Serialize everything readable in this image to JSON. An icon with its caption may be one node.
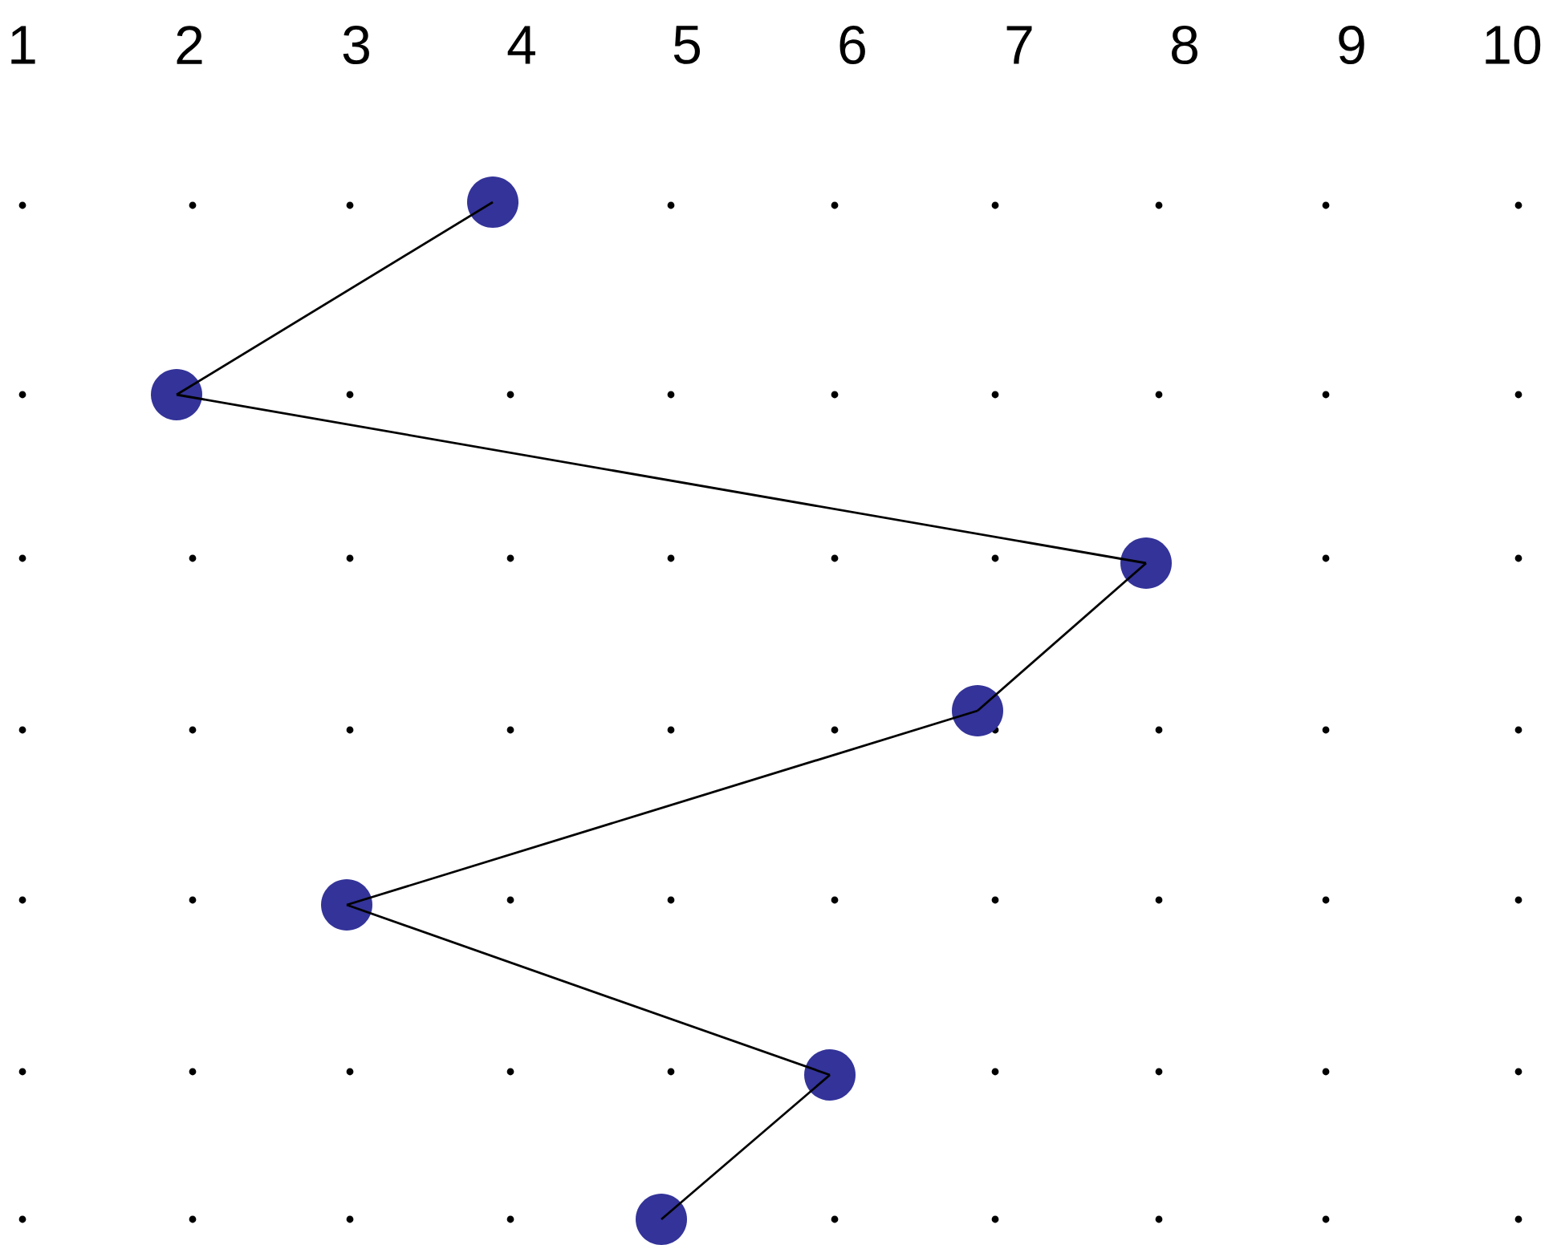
{
  "diagram": {
    "nodes": [
      {
        "text": [],
        "shape": "circle"
      },
      {
        "text": [],
        "shape": "circle"
      },
      {
        "text": [],
        "shape": "circle"
      },
      {
        "text": [],
        "shape": "circle"
      },
      {
        "text": [],
        "shape": "circle"
      },
      {
        "text": [],
        "shape": "circle"
      },
      {
        "text": [],
        "shape": "circle"
      }
    ],
    "edges": [
      {
        "from": 0,
        "to": 1,
        "arrow": "none"
      },
      {
        "from": 1,
        "to": 2,
        "arrow": "none"
      },
      {
        "from": 2,
        "to": 3,
        "arrow": "none"
      },
      {
        "from": 3,
        "to": 4,
        "arrow": "none"
      },
      {
        "from": 4,
        "to": 5,
        "arrow": "none"
      },
      {
        "from": 5,
        "to": 6,
        "arrow": "none"
      }
    ],
    "labels": [
      "1",
      "2",
      "3",
      "4",
      "5",
      "6",
      "7",
      "8",
      "9",
      "10"
    ]
  }
}
